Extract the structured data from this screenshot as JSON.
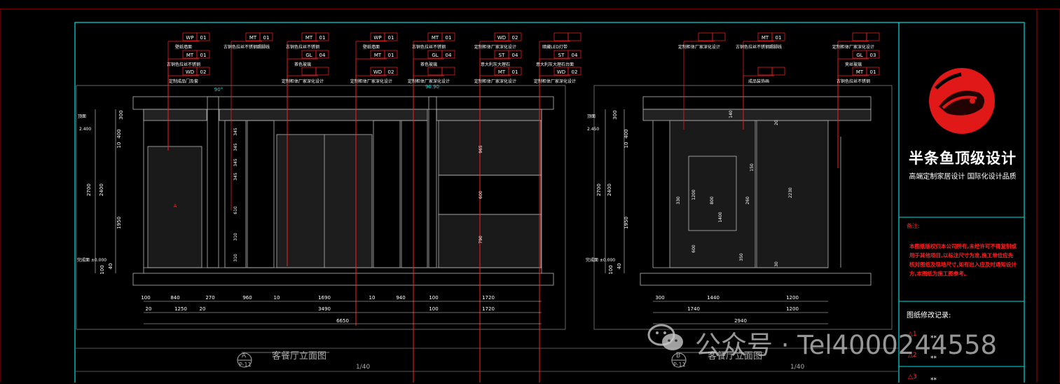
{
  "brand": {
    "name": "半条鱼顶级设计",
    "slogan": "高端定制家居设计  国际化设计品质",
    "logo_icon": "fish-logo-icon",
    "logo_color": "#e01818"
  },
  "title_block": {
    "note_title": "备注:",
    "note_text": "本图纸版权归本公司所有,未经许可不得复制或用于其他项目,以标注尺寸为准,施工单位应先核对图纸及现场尺寸,如有出入应及时通知设计方,本图纸为施工图参考。",
    "revision_title": "图纸修改记录:",
    "revisions": [
      {
        "symbol": "1",
        "value": "**"
      },
      {
        "symbol": "2",
        "value": "**"
      },
      {
        "symbol": "3",
        "value": "**"
      }
    ]
  },
  "views": [
    {
      "symbol_top": "A",
      "symbol_bottom": "P-11",
      "title": "客餐厅立面图",
      "scale": "1/40"
    },
    {
      "symbol_top": "B",
      "symbol_bottom": "P-11",
      "title": "客餐厅立面图",
      "scale": "1/40"
    }
  ],
  "drawing_a": {
    "tags": [
      {
        "code": "WP",
        "num": "01",
        "desc": "壁纸墙面"
      },
      {
        "code": "MT",
        "num": "01",
        "desc": "古铜色拉丝不锈钢"
      },
      {
        "code": "WD",
        "num": "02",
        "desc": "定制成品门及套"
      },
      {
        "code": "MT",
        "num": "01",
        "desc": "古铜色拉丝不锈钢踢脚线"
      },
      {
        "code": "MT",
        "num": "01",
        "desc": "古铜色拉丝不锈钢"
      },
      {
        "code": "GL",
        "num": "04",
        "desc": "茶色玻璃"
      },
      {
        "code": "",
        "num": "",
        "desc": "定制柜体厂家深化设计"
      },
      {
        "code": "WP",
        "num": "01",
        "desc": "壁纸墙面"
      },
      {
        "code": "MT",
        "num": "01",
        "desc": ""
      },
      {
        "code": "WD",
        "num": "02",
        "desc": "定制柜体厂家深化设计"
      },
      {
        "code": "MT",
        "num": "01",
        "desc": "古铜色拉丝不锈钢"
      },
      {
        "code": "GL",
        "num": "04",
        "desc": "茶色玻璃"
      },
      {
        "code": "",
        "num": "",
        "desc": "定制柜体厂家深化设计"
      },
      {
        "code": "WD",
        "num": "02",
        "desc": "定制柜体厂家深化设计"
      },
      {
        "code": "ST",
        "num": "04",
        "desc": "意大利灰大理石"
      },
      {
        "code": "MT",
        "num": "01",
        "desc": "定制柜体厂家深化设计"
      },
      {
        "code": "",
        "num": "",
        "desc": "暗藏LED灯带"
      },
      {
        "code": "ST",
        "num": "04",
        "desc": "意大利灰大理石台面"
      },
      {
        "code": "WD",
        "num": "02",
        "desc": "定制柜体厂家深化设计"
      }
    ],
    "angle_labels": [
      "90°",
      "90.90"
    ],
    "level_labels": [
      "顶面",
      "2.400",
      "完成面 ±0.000"
    ],
    "left_dims": [
      "300",
      "2700",
      "2400",
      "1950",
      "10",
      "400",
      "40",
      "100"
    ],
    "inner_dims": [
      "345",
      "345",
      "345",
      "345",
      "610",
      "310",
      "310",
      "965",
      "600",
      "790"
    ],
    "bottom_row1": [
      "100",
      "840",
      "270",
      "960",
      "10",
      "1690",
      "10",
      "940",
      "100",
      "1720"
    ],
    "bottom_row2": [
      "20",
      "1250",
      "20",
      "3490",
      "100",
      "1720"
    ],
    "bottom_total": "6650",
    "door_tag": "A"
  },
  "drawing_b": {
    "tags": [
      {
        "code": "",
        "num": "",
        "desc": "定制柜体厂家深化设计"
      },
      {
        "code": "MT",
        "num": "01",
        "desc": "古铜色拉丝不锈钢踢脚线"
      },
      {
        "code": "",
        "num": "",
        "desc": "成品装饰画"
      },
      {
        "code": "",
        "num": "",
        "desc": "定制柜体厂家深化设计"
      },
      {
        "code": "GL",
        "num": "03",
        "desc": "夹丝玻璃"
      },
      {
        "code": "MT",
        "num": "01",
        "desc": "古铜色拉丝不锈钢"
      }
    ],
    "level_labels": [
      "顶面",
      "2.450",
      "完成面 ±0.000"
    ],
    "left_dims": [
      "300",
      "2700",
      "2400",
      "1950",
      "10",
      "400",
      "40",
      "100"
    ],
    "inner_dims": [
      "140",
      "150",
      "1200",
      "800",
      "260",
      "1400",
      "600",
      "350",
      "330",
      "2230",
      "20",
      "30"
    ],
    "bottom_row1": [
      "300",
      "1440",
      "1200"
    ],
    "bottom_row2": [
      "1740",
      "1200"
    ],
    "bottom_total": "2940"
  },
  "watermark": {
    "text": "公众号 · Tel4000244558",
    "icon": "wechat-icon"
  },
  "colors": {
    "frame": "#b00000",
    "border_cyan": "#00e0e0",
    "lines": "#b8b8b8",
    "tag": "#ff2020",
    "dim": "#d8d8d8"
  }
}
